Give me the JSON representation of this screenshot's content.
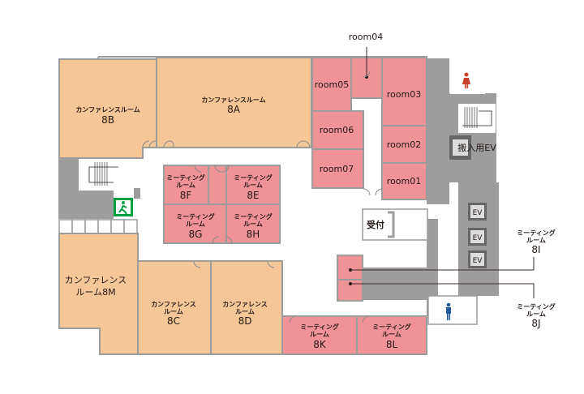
{
  "floor_plan": {
    "rooms": {
      "8A": {
        "type": "カンファレンスルーム",
        "id": "8A"
      },
      "8B": {
        "type": "カンファレンスルーム",
        "id": "8B"
      },
      "8C": {
        "type_line1": "カンファレンス",
        "type_line2": "ルーム",
        "id": "8C"
      },
      "8D": {
        "type_line1": "カンファレンス",
        "type_line2": "ルーム",
        "id": "8D"
      },
      "8M": {
        "line1": "カンファレンス",
        "line2": "ルーム8M"
      },
      "8E": {
        "line1": "ミーティング",
        "line2": "ルーム",
        "id": "8E"
      },
      "8F": {
        "line1": "ミーティング",
        "line2": "ルーム",
        "id": "8F"
      },
      "8G": {
        "line1": "ミーティング",
        "line2": "ルーム",
        "id": "8G"
      },
      "8H": {
        "line1": "ミーティング",
        "line2": "ルーム",
        "id": "8H"
      },
      "8K": {
        "line1": "ミーティング",
        "line2": "ルーム",
        "id": "8K"
      },
      "8L": {
        "line1": "ミーティング",
        "line2": "ルーム",
        "id": "8L"
      },
      "8I": {
        "line1": "ミーティング",
        "line2": "ルーム",
        "id": "8I"
      },
      "8J": {
        "line1": "ミーティング",
        "line2": "ルーム",
        "id": "8J"
      }
    },
    "small_rooms": [
      "room01",
      "room02",
      "room03",
      "room04",
      "room05",
      "room06",
      "room07"
    ],
    "reception": "受付",
    "freight_elevator": "搬入用EV",
    "elevators": [
      "EV",
      "EV",
      "EV"
    ],
    "icons": [
      "womens-restroom-icon",
      "mens-restroom-icon",
      "emergency-exit-icon",
      "stairs-icon"
    ],
    "colors": {
      "conference": "#f6c796",
      "meeting": "#ef9396",
      "wall": "#9d9d9d",
      "exit": "#00a040",
      "women": "#c8402a",
      "men": "#1f5a9c"
    }
  }
}
